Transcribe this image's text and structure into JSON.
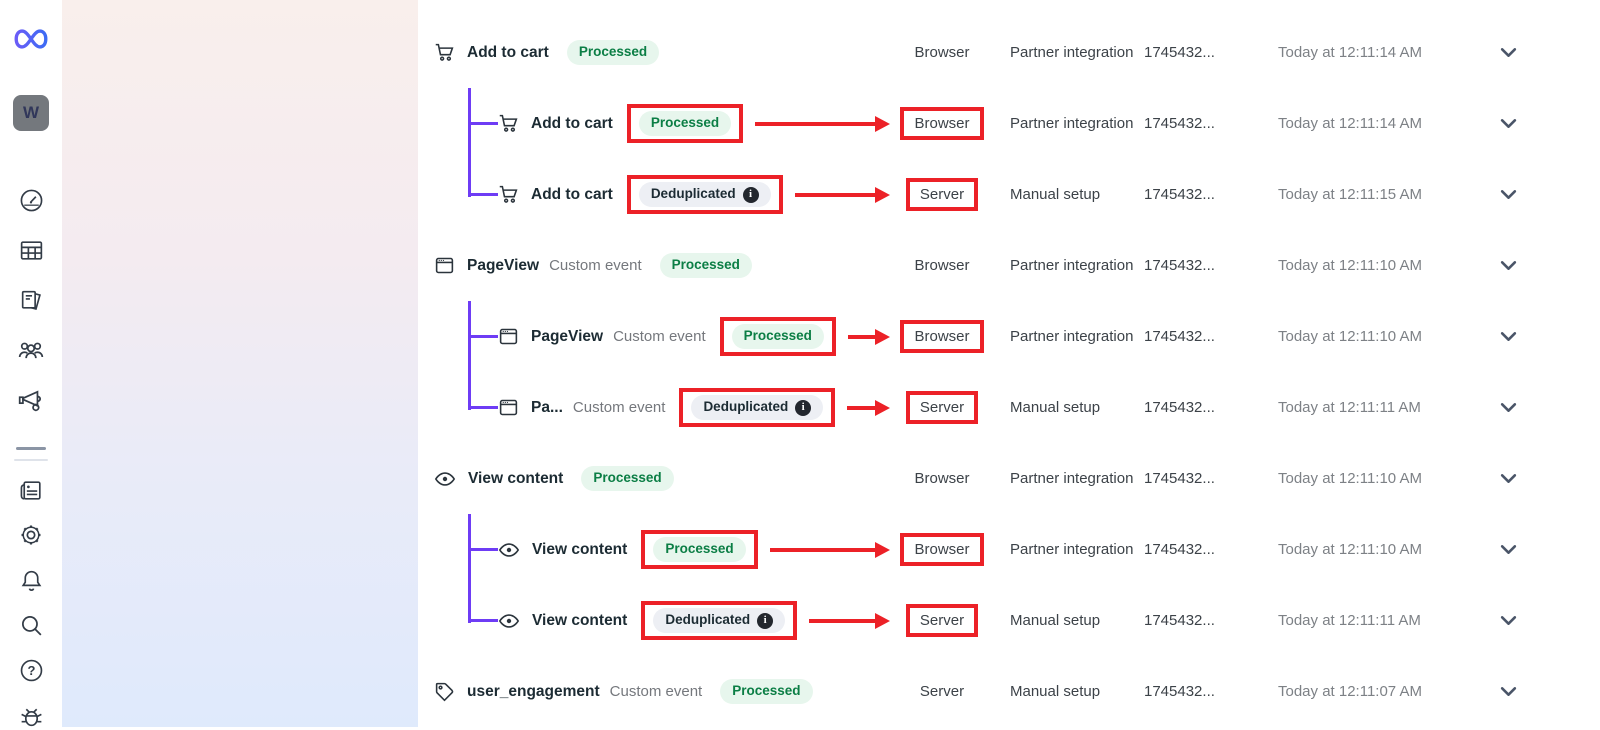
{
  "sidebar": {
    "workspace_initial": "W",
    "items": [
      {
        "icon": "meta-logo-icon"
      },
      {
        "icon": "workspace-avatar"
      },
      {
        "icon": "speedometer-icon"
      },
      {
        "icon": "table-icon"
      },
      {
        "icon": "pages-icon"
      },
      {
        "icon": "people-icon"
      },
      {
        "icon": "megaphone-icon"
      },
      {
        "icon": "divider"
      },
      {
        "icon": "newspaper-icon"
      },
      {
        "icon": "gear-icon"
      },
      {
        "icon": "bell-icon"
      },
      {
        "icon": "search-icon"
      },
      {
        "icon": "help-icon"
      },
      {
        "icon": "bug-icon"
      }
    ]
  },
  "glyphs": {
    "info": "i"
  },
  "table": {
    "rows": [
      {
        "icon": "cart-icon",
        "name": "Add to cart",
        "subtype": "",
        "badge": "Processed",
        "badge_type": "processed",
        "connection": "Browser",
        "setup": "Partner integration",
        "id": "1745432...",
        "time": "Today at 12:11:14 AM",
        "level": "parent",
        "tree": "",
        "annotated": false
      },
      {
        "icon": "cart-icon",
        "name": "Add to cart",
        "subtype": "",
        "badge": "Processed",
        "badge_type": "processed",
        "connection": "Browser",
        "setup": "Partner integration",
        "id": "1745432...",
        "time": "Today at 12:11:14 AM",
        "level": "child",
        "tree": "mid",
        "annotated": true
      },
      {
        "icon": "cart-icon",
        "name": "Add to cart",
        "subtype": "",
        "badge": "Deduplicated",
        "badge_type": "deduplicated",
        "connection": "Server",
        "setup": "Manual setup",
        "id": "1745432...",
        "time": "Today at 12:11:15 AM",
        "level": "child",
        "tree": "last",
        "annotated": true
      },
      {
        "icon": "window-icon",
        "name": "PageView",
        "subtype": "Custom event",
        "badge": "Processed",
        "badge_type": "processed",
        "connection": "Browser",
        "setup": "Partner integration",
        "id": "1745432...",
        "time": "Today at 12:11:10 AM",
        "level": "parent",
        "tree": "",
        "annotated": false
      },
      {
        "icon": "window-icon",
        "name": "PageView",
        "subtype": "Custom event",
        "badge": "Processed",
        "badge_type": "processed",
        "connection": "Browser",
        "setup": "Partner integration",
        "id": "1745432...",
        "time": "Today at 12:11:10 AM",
        "level": "child",
        "tree": "mid",
        "annotated": true
      },
      {
        "icon": "window-icon",
        "name": "Pa...",
        "subtype": "Custom event",
        "badge": "Deduplicated",
        "badge_type": "deduplicated",
        "connection": "Server",
        "setup": "Manual setup",
        "id": "1745432...",
        "time": "Today at 12:11:11 AM",
        "level": "child",
        "tree": "last",
        "annotated": true
      },
      {
        "icon": "eye-icon",
        "name": "View content",
        "subtype": "",
        "badge": "Processed",
        "badge_type": "processed",
        "connection": "Browser",
        "setup": "Partner integration",
        "id": "1745432...",
        "time": "Today at 12:11:10 AM",
        "level": "parent",
        "tree": "",
        "annotated": false
      },
      {
        "icon": "eye-icon",
        "name": "View content",
        "subtype": "",
        "badge": "Processed",
        "badge_type": "processed",
        "connection": "Browser",
        "setup": "Partner integration",
        "id": "1745432...",
        "time": "Today at 12:11:10 AM",
        "level": "child",
        "tree": "mid",
        "annotated": true
      },
      {
        "icon": "eye-icon",
        "name": "View content",
        "subtype": "",
        "badge": "Deduplicated",
        "badge_type": "deduplicated",
        "connection": "Server",
        "setup": "Manual setup",
        "id": "1745432...",
        "time": "Today at 12:11:11 AM",
        "level": "child",
        "tree": "last",
        "annotated": true
      },
      {
        "icon": "tag-icon",
        "name": "user_engagement",
        "subtype": "Custom event",
        "badge": "Processed",
        "badge_type": "processed",
        "connection": "Server",
        "setup": "Manual setup",
        "id": "1745432...",
        "time": "Today at 12:11:07 AM",
        "level": "parent",
        "tree": "",
        "annotated": false
      }
    ]
  },
  "colors": {
    "annotation_red": "#ec2127",
    "tree_purple": "#6e3cf5",
    "processed_bg": "#e7f6ed",
    "processed_text": "#0b7e45",
    "deduplicated_bg": "#edeff4",
    "gradient_top": "#f9efec",
    "gradient_bottom": "#dfeafc"
  }
}
